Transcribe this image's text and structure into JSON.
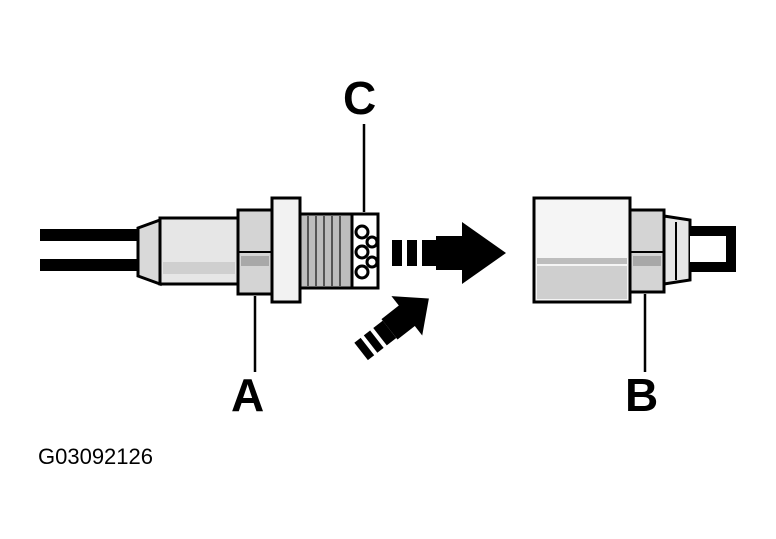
{
  "callouts": {
    "a": "A",
    "b": "B",
    "c": "C"
  },
  "figure_id": "G03092126",
  "colors": {
    "ink": "#000000",
    "paper": "#ffffff",
    "shade_light": "#e6e6e6",
    "shade_mid": "#bdbdbd",
    "shade_dark": "#8a8a8a"
  }
}
